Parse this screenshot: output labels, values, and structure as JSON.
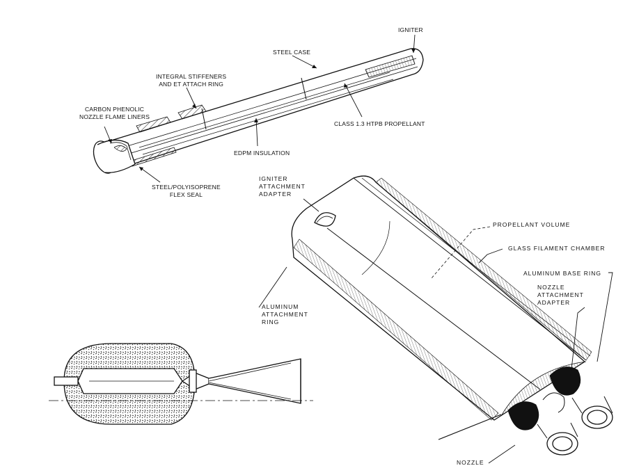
{
  "colors": {
    "ink": "#111111",
    "paper": "#ffffff",
    "hatch": "#333333"
  },
  "srb": {
    "labels": {
      "igniter": "IGNITER",
      "steel_case": "STEEL CASE",
      "stiffeners_line1": "INTEGRAL STIFFENERS",
      "stiffeners_line2": "AND ET ATTACH RING",
      "nozzle_liners_line1": "CARBON PHENOLIC",
      "nozzle_liners_line2": "NOZZLE FLAME LINERS",
      "propellant": "CLASS 1.3 HTPB PROPELLANT",
      "insulation": "EDPM INSULATION",
      "flex_seal_line1": "STEEL/POLYISOPRENE",
      "flex_seal_line2": "FLEX SEAL"
    }
  },
  "filament_motor": {
    "labels": {
      "igniter_adapter_line1": "IGNITER",
      "igniter_adapter_line2": "ATTACHMENT",
      "igniter_adapter_line3": "ADAPTER",
      "propellant_volume": "PROPELLANT VOLUME",
      "glass_chamber": "GLASS FILAMENT CHAMBER",
      "aluminum_base_ring": "ALUMINUM BASE RING",
      "nozzle_adapter_line1": "NOZZLE",
      "nozzle_adapter_line2": "ATTACHMENT",
      "nozzle_adapter_line3": "ADAPTER",
      "aluminum_ring_line1": "ALUMINUM",
      "aluminum_ring_line2": "ATTACHMENT",
      "aluminum_ring_line3": "RING",
      "nozzle": "NOZZLE"
    }
  },
  "cross_section": {}
}
